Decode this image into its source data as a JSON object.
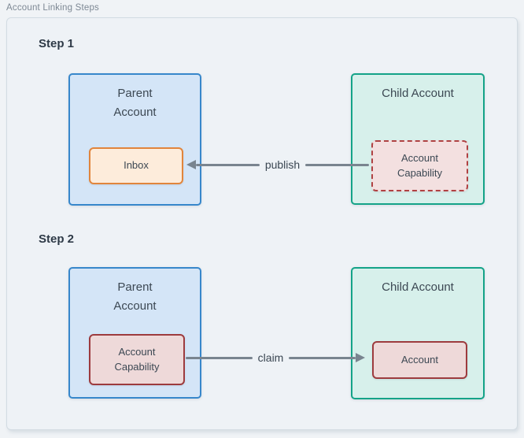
{
  "header": {
    "title": "Account Linking Steps"
  },
  "palette": {
    "parent_fill": "#d4e5f7",
    "parent_border": "#3787cb",
    "child_fill": "#d7f0eb",
    "child_border": "#14a388",
    "inbox_fill": "#fdecdb",
    "inbox_border": "#e1853c",
    "capability_dashed_fill": "#f3e0e0",
    "capability_dashed_border": "#b04142",
    "capability_solid_fill": "#eed9d9",
    "capability_solid_border": "#9d3b3e",
    "arrow": "#79848f"
  },
  "steps": [
    {
      "heading": "Step 1",
      "parent": {
        "title": "Parent Account",
        "inner_label": "Inbox"
      },
      "child": {
        "title": "Child Account",
        "inner_label": "Account Capability"
      },
      "arrow_label": "publish",
      "arrow_direction": "left"
    },
    {
      "heading": "Step 2",
      "parent": {
        "title": "Parent Account",
        "inner_label": "Account Capability"
      },
      "child": {
        "title": "Child Account",
        "inner_label": "Account"
      },
      "arrow_label": "claim",
      "arrow_direction": "right"
    }
  ]
}
